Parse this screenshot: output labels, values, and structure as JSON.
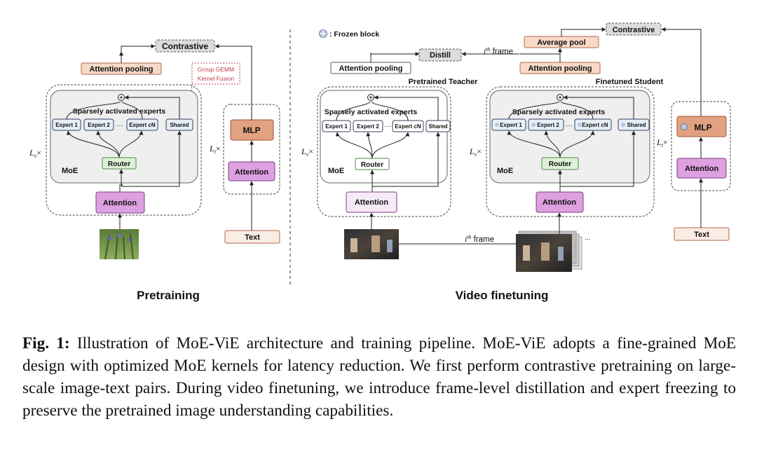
{
  "legend": {
    "frozen_label": ": Frozen block"
  },
  "pretraining": {
    "title": "Pretraining",
    "contrastive": "Contrastive",
    "attention_pooling": "Attention pooling",
    "kernel_note_line1": "Group GEMM",
    "kernel_note_line2": "Kernel Fusion",
    "experts_heading": "Sparsely activated experts",
    "experts": [
      "Expert 1",
      "Expert 2",
      "Expert cN",
      "Shared"
    ],
    "dots": "···",
    "router": "Router",
    "moe": "MoE",
    "attention": "Attention",
    "vision_repeat": "L",
    "vision_repeat_sub": "v",
    "text_repeat": "L",
    "text_repeat_sub": "t",
    "times": "×",
    "mlp": "MLP",
    "text_attention": "Attention",
    "text_input": "Text"
  },
  "finetuning": {
    "title": "Video finetuning",
    "distill": "Distill",
    "ith_frame_top_i": "i",
    "ith_frame_top_sup": "th",
    "ith_frame_top_word": " frame",
    "ith_frame_bottom_i": "i",
    "ith_frame_bottom_sup": "th",
    "ith_frame_bottom_word": " frame",
    "teacher": {
      "label": "Pretrained Teacher",
      "attention_pooling": "Attention pooling",
      "experts_heading": "Sparsely activated experts",
      "experts": [
        "Expert 1",
        "Expert 2",
        "Expert cN",
        "Shared"
      ],
      "router": "Router",
      "moe": "MoE",
      "attention": "Attention",
      "repeat": "L",
      "repeat_sub": "v"
    },
    "student": {
      "label": "Finetuned Student",
      "average_pool": "Average pool",
      "attention_pooling": "Attention pooling",
      "experts_heading": "Sparsely activated experts",
      "experts": [
        "Expert 1",
        "Expert 2",
        "Expert cN",
        "Shared"
      ],
      "router": "Router",
      "moe": "MoE",
      "attention": "Attention",
      "repeat": "L",
      "repeat_sub": "v"
    },
    "contrastive": "Contrastive",
    "text_tower": {
      "mlp": "MLP",
      "attention": "Attention",
      "text_input": "Text",
      "repeat": "L",
      "repeat_sub": "t"
    },
    "dots": "···",
    "frames_dots": "..."
  },
  "caption": {
    "label": "Fig. 1:",
    "text": " Illustration of MoE-ViE architecture and training pipeline. MoE-ViE adopts a fine-grained MoE design with optimized MoE kernels for latency reduction. We first perform contrastive pretraining on large-scale image-text pairs. During video finetuning, we introduce frame-level distillation and expert freezing to preserve the pretrained image understanding capabilities."
  },
  "colors": {
    "peach": "#f7d9c8",
    "peach_border": "#b0674a",
    "mlp_fill": "#e2a180",
    "mlp_border": "#9a5535",
    "purple_fill": "#dda0e0",
    "purple_border": "#7d3e86",
    "light_purple_fill": "#f6eaf7",
    "green_fill": "#ddf1d9",
    "green_border": "#4f8a45",
    "expert_fill": "#e6eef8",
    "expert_border": "#34425a",
    "moe_fill": "#efefef",
    "gray_fill": "#dcdcdc",
    "note_red": "#c0394b"
  }
}
